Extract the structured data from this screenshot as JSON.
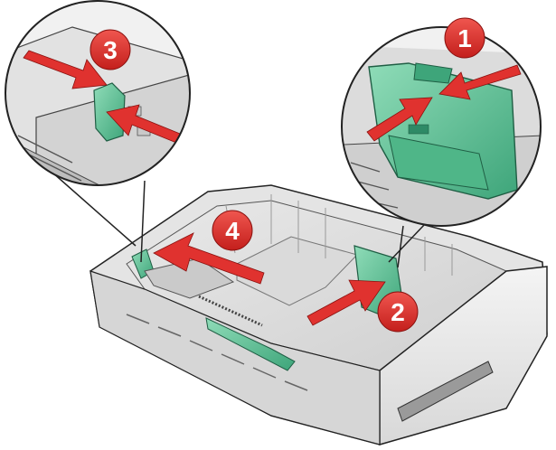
{
  "diagram": {
    "steps": [
      {
        "number": "1"
      },
      {
        "number": "2"
      },
      {
        "number": "3"
      },
      {
        "number": "4"
      }
    ]
  },
  "colors": {
    "badge": "#e0322f",
    "arrow": "#e0322f",
    "guide": "#5cc39a",
    "guide_dark": "#2e8a66",
    "tray_light": "#eeeeee",
    "tray_mid": "#cfcfcf",
    "tray_dark": "#8c8c8c",
    "outline": "#222222"
  }
}
